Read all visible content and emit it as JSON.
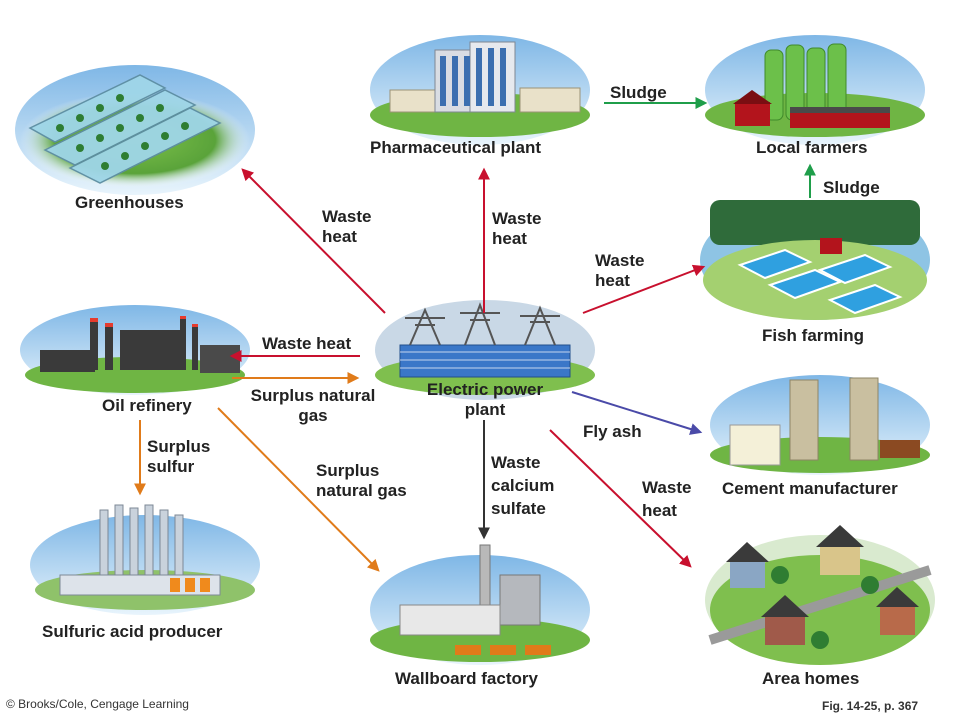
{
  "nodes": {
    "pharmaceutical_plant": "Pharmaceutical plant",
    "local_farmers": "Local farmers",
    "greenhouses": "Greenhouses",
    "fish_farming": "Fish farming",
    "oil_refinery": "Oil refinery",
    "electric_power_plant_line1": "Electric power",
    "electric_power_plant_line2": "plant",
    "cement_manufacturer": "Cement manufacturer",
    "sulfuric_acid_producer": "Sulfuric acid producer",
    "wallboard_factory": "Wallboard factory",
    "area_homes": "Area homes"
  },
  "flows": {
    "sludge_top": "Sludge",
    "sludge_right": "Sludge",
    "waste_heat_greenhouses_1": "Waste",
    "waste_heat_greenhouses_2": "heat",
    "waste_heat_pharma_1": "Waste",
    "waste_heat_pharma_2": "heat",
    "waste_heat_fish_1": "Waste",
    "waste_heat_fish_2": "heat",
    "waste_heat_refinery": "Waste heat",
    "surplus_gas_refinery_1": "Surplus natural",
    "surplus_gas_refinery_2": "gas",
    "surplus_sulfur_1": "Surplus",
    "surplus_sulfur_2": "sulfur",
    "surplus_gas_wallboard_1": "Surplus",
    "surplus_gas_wallboard_2": "natural gas",
    "fly_ash": "Fly ash",
    "waste_calcium_1": "Waste",
    "waste_calcium_2": "calcium",
    "waste_calcium_3": "sulfate",
    "waste_heat_homes_1": "Waste",
    "waste_heat_homes_2": "heat"
  },
  "footer": {
    "copyright": "© Brooks/Cole, Cengage Learning",
    "figure_ref": "Fig. 14-25, p. 367"
  },
  "colors": {
    "waste_heat_arrow": "#c8102e",
    "sludge_arrow": "#1f9e4a",
    "surplus_arrow": "#e07b1a",
    "fly_ash_arrow": "#4a4aa8",
    "calcium_arrow": "#333333"
  }
}
